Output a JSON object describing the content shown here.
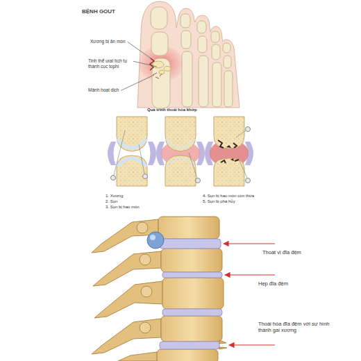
{
  "diagram": {
    "title": "BỆNH GOUT",
    "labels": [
      "Xương bị ăn mòn",
      "Tinh thể urat tích tụ thành cục tophi",
      "Mảnh hoạt dịch",
      "Quá trình thoái hóa khớp",
      "1. Xương",
      "2. Sụn",
      "3. Sụn bị hao mòn",
      "4. Sụn bị hao mòn còn thừa",
      "5. Sụn bị phá hủy",
      "Thoát vị đĩa đệm",
      "Hẹp đĩa đệm",
      "Thoái hóa đĩa đệm với sự hình thành gai xương"
    ]
  }
}
